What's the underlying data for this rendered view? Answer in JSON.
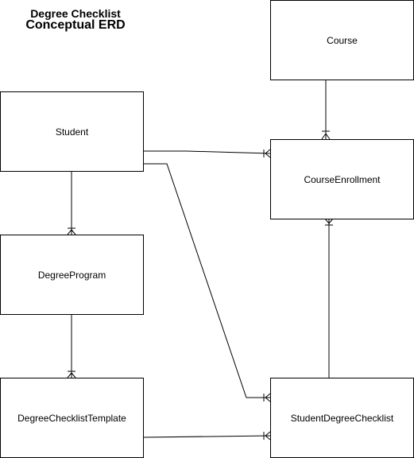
{
  "diagram": {
    "title_line1": "Degree Checklist",
    "title_line2": "Conceptual ERD",
    "entities": {
      "course": "Course",
      "student": "Student",
      "course_enrollment": "CourseEnrollment",
      "degree_program": "DegreeProgram",
      "degree_checklist_template": "DegreeChecklistTemplate",
      "student_degree_checklist": "StudentDegreeChecklist"
    },
    "relationships": [
      {
        "from": "Course",
        "to": "CourseEnrollment",
        "cardinality": "one-to-many"
      },
      {
        "from": "Student",
        "to": "CourseEnrollment",
        "cardinality": "one-to-many"
      },
      {
        "from": "Student",
        "to": "DegreeProgram",
        "cardinality": "one-to-many"
      },
      {
        "from": "Student",
        "to": "StudentDegreeChecklist",
        "cardinality": "one-to-many"
      },
      {
        "from": "DegreeProgram",
        "to": "DegreeChecklistTemplate",
        "cardinality": "one-to-many"
      },
      {
        "from": "CourseEnrollment",
        "to": "StudentDegreeChecklist",
        "cardinality": "many-to-one"
      },
      {
        "from": "DegreeChecklistTemplate",
        "to": "StudentDegreeChecklist",
        "cardinality": "one-to-many"
      }
    ]
  }
}
